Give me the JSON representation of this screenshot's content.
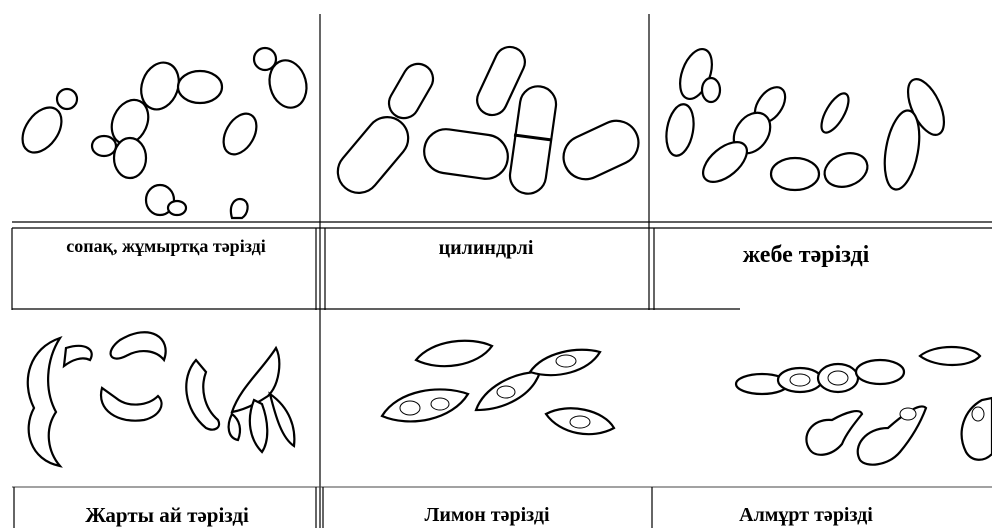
{
  "labels": {
    "oval": "сопақ, жұмыртқа тәрізді",
    "cylindrical": "цилиндрлі",
    "arrow": "жебе тәрізді",
    "crescent": "Жарты ай тәрізді",
    "lemon": "Лимон тәрізді",
    "pear": "Алмұрт тәрізді"
  }
}
